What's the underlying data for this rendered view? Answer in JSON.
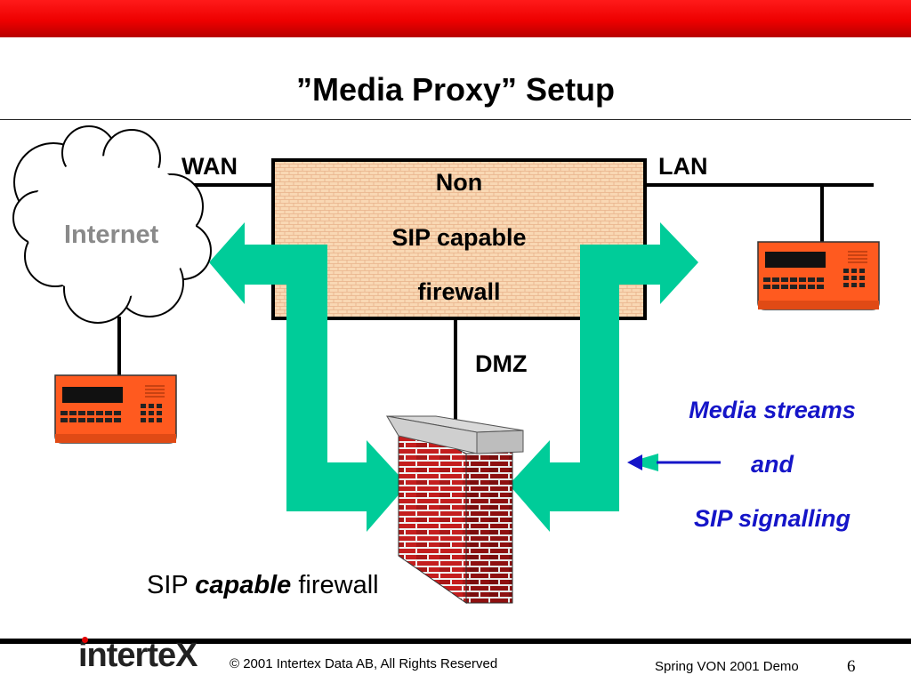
{
  "slide": {
    "title": "”Media Proxy” Setup"
  },
  "diagram": {
    "wan_label": "WAN",
    "lan_label": "LAN",
    "dmz_label": "DMZ",
    "internet_label": "Internet",
    "firewall_box": {
      "line1": "Non",
      "line2": "SIP capable",
      "line3": "firewall"
    },
    "media_note": {
      "line1": "Media streams",
      "line2": "and",
      "line3": "SIP signalling"
    },
    "sip_firewall_caption": {
      "prefix": "SIP ",
      "emphasis": "capable",
      "suffix": " firewall"
    },
    "colors": {
      "arrow": "#00cc99",
      "device": "#ff5a1f",
      "firewall_fill": "#f9d8b4",
      "brick": "#b81b1b",
      "note_text": "#1515c8",
      "header_bar": "#ee0000"
    }
  },
  "footer": {
    "logo": "interteX",
    "copyright": "© 2001 Intertex Data AB, All Rights Reserved",
    "event": "Spring VON 2001 Demo",
    "page": "6"
  }
}
